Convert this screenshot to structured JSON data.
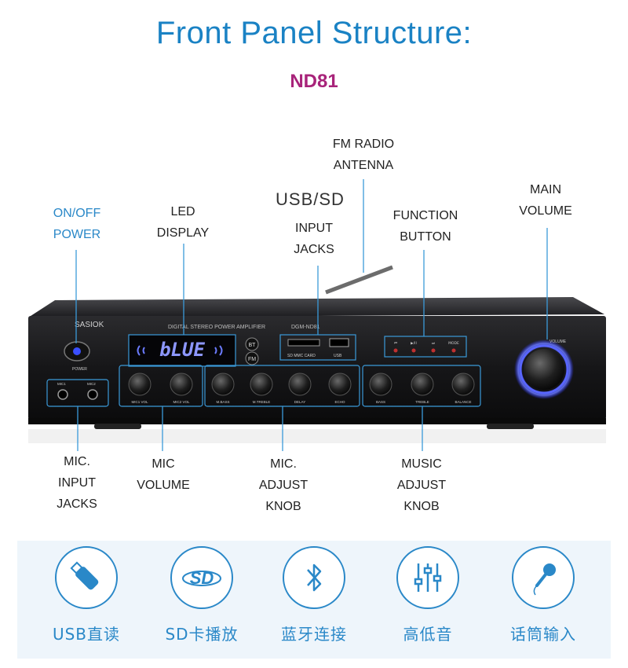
{
  "title": "Front Panel Structure:",
  "model": "ND81",
  "device": {
    "brand": "SASIOK",
    "panel_text": "DIGITAL STEREO POWER AMPLIFIER",
    "model_text": "DGM-ND81",
    "display_text": "bLUE",
    "power_label": "POWER",
    "bt_label": "BT",
    "fm_label": "FM",
    "sd_label": "SD MMC CARD",
    "usb_label": "USB",
    "volume_label": "VOLUME",
    "knob_labels": [
      "MIC1 VOL",
      "MIC2 VOL",
      "M.BASS",
      "M.TREBLE",
      "DELAY",
      "ECHO",
      "BASS",
      "TREBLE",
      "BALANCE"
    ],
    "mic_jack_labels": [
      "MIC1",
      "MIC2"
    ],
    "function_labels": [
      "⏮",
      "▶/II",
      "⏭",
      "MODE"
    ]
  },
  "callouts": {
    "fm_radio": [
      "FM RADIO",
      "ANTENNA"
    ],
    "main_volume": [
      "MAIN",
      "VOLUME"
    ],
    "on_off": [
      "ON/OFF",
      "POWER"
    ],
    "led": [
      "LED",
      "DISPLAY"
    ],
    "usb_sd_heading": "USB/SD",
    "usb_sd": [
      "INPUT",
      "JACKS"
    ],
    "function": [
      "FUNCTION",
      "BUTTON"
    ],
    "mic_input": [
      "MIC.",
      "INPUT",
      "JACKS"
    ],
    "mic_volume": [
      "MIC",
      "VOLUME"
    ],
    "mic_adjust": [
      "MIC.",
      "ADJUST",
      "KNOB"
    ],
    "music_adjust": [
      "MUSIC",
      "ADJUST",
      "KNOB"
    ]
  },
  "features": [
    {
      "label": "USB直读",
      "icon": "usb-drive-icon"
    },
    {
      "label": "SD卡播放",
      "icon": "sd-card-icon"
    },
    {
      "label": "蓝牙连接",
      "icon": "bluetooth-icon"
    },
    {
      "label": "高低音",
      "icon": "equalizer-icon"
    },
    {
      "label": "话筒输入",
      "icon": "microphone-icon"
    }
  ],
  "colors": {
    "title": "#1a82c4",
    "model": "#a8237a",
    "callout_line": "#3b9ad9",
    "display_glow": "#5b6bff"
  }
}
